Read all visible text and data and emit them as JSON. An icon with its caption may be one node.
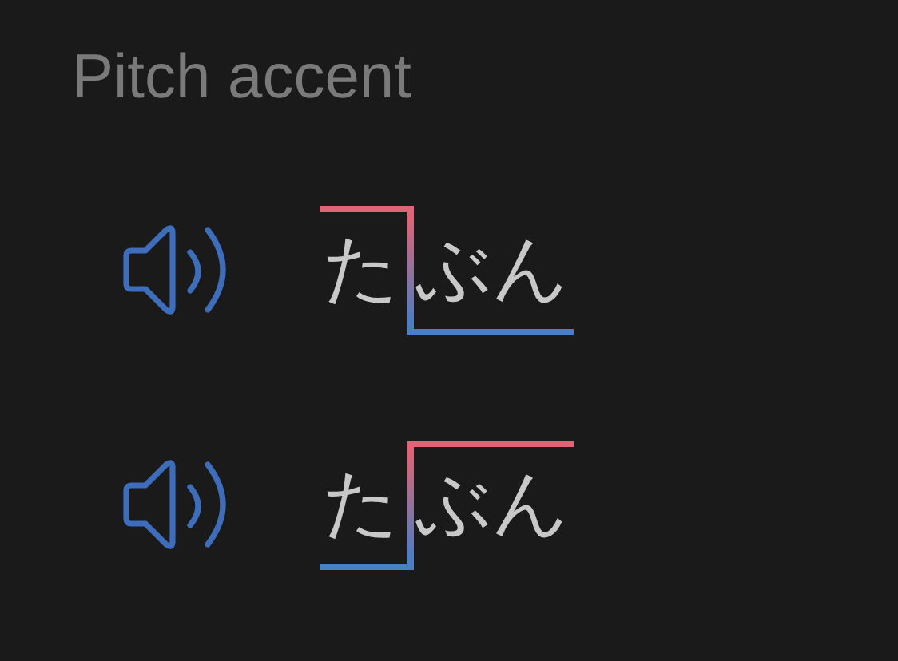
{
  "diagram": {
    "title": "Pitch accent",
    "labels": [
      "た",
      "ぶん",
      "た",
      "ぶん"
    ]
  }
}
